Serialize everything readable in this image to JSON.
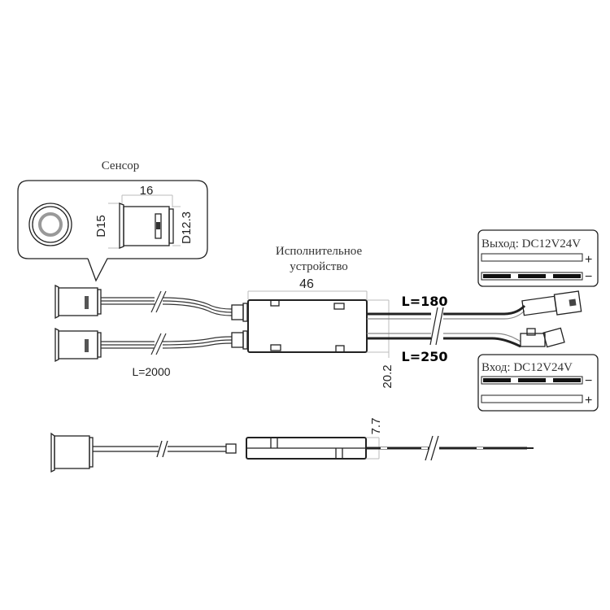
{
  "sensor": {
    "title": "Сенсор",
    "length_label": "16",
    "flange_diameter_label": "D15",
    "body_diameter_label": "D12.3"
  },
  "controller": {
    "title_line1": "Исполнительное",
    "title_line2": "устройство",
    "length_label": "46",
    "width_label": "20.2",
    "height_label": "7.7"
  },
  "cables": {
    "sensor_cable_label": "L=2000",
    "output_cable_label": "L=180",
    "input_cable_label": "L=250"
  },
  "output_legend": {
    "title": "Выход: DC12V24V",
    "plus": "+",
    "minus": "−"
  },
  "input_legend": {
    "title": "Вход: DC12V24V",
    "plus": "+",
    "minus": "−"
  }
}
